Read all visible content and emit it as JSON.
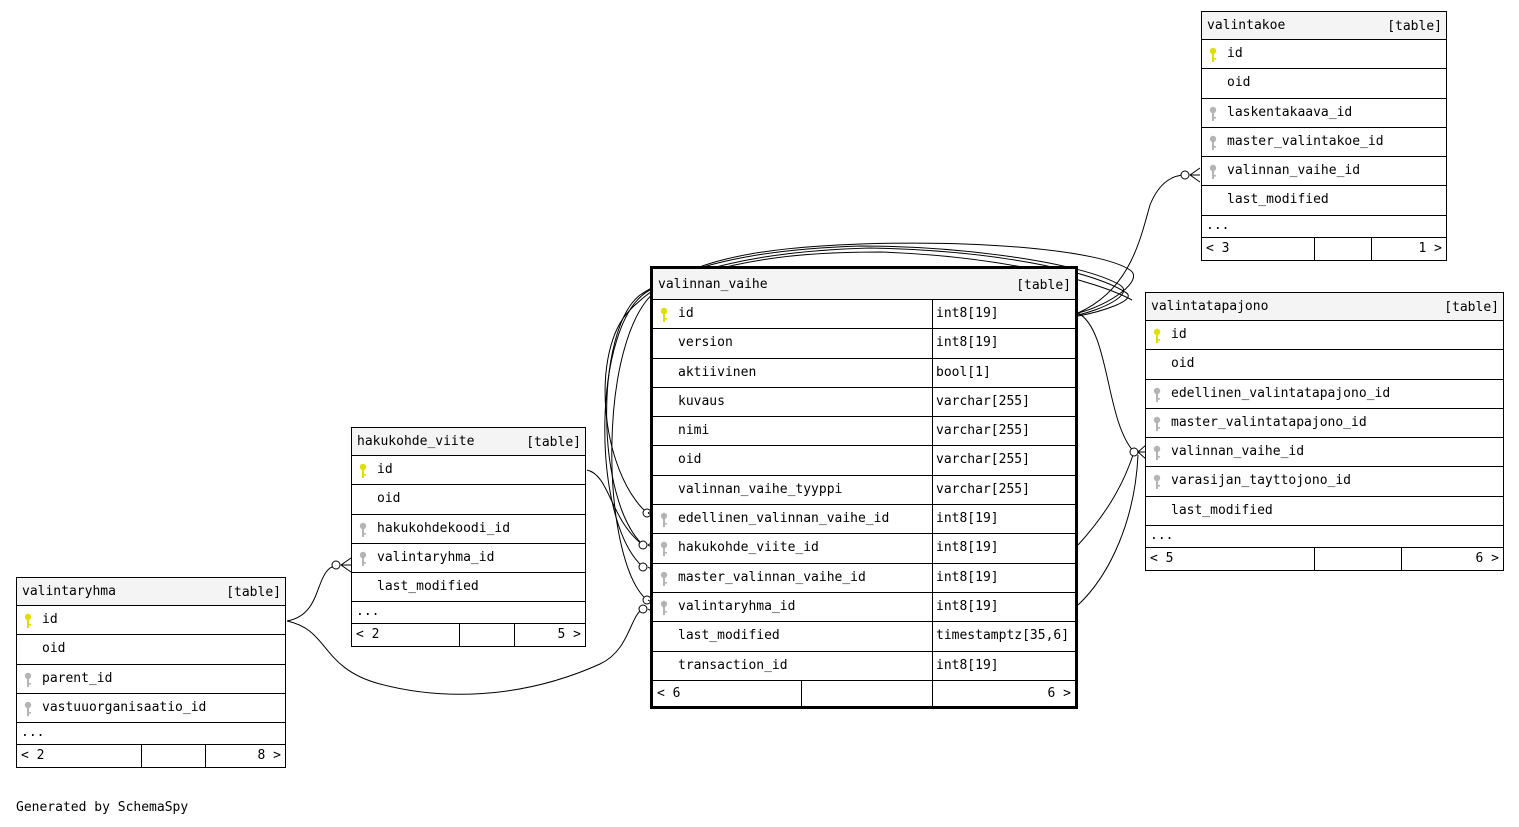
{
  "footer_text": "Generated by SchemaSpy",
  "colors": {
    "primary_key": "#dede00",
    "foreign_key": "#b4b4b4",
    "header_bg": "#f4f4f4"
  },
  "icons": {
    "primary_key": "key-icon",
    "foreign_key": "key-icon"
  },
  "tables": {
    "valintakoe": {
      "name": "valintakoe",
      "kind": "[table]",
      "columns": [
        {
          "name": "id",
          "key": "pk"
        },
        {
          "name": "oid",
          "key": ""
        },
        {
          "name": "laskentakaava_id",
          "key": "fk"
        },
        {
          "name": "master_valintakoe_id",
          "key": "fk"
        },
        {
          "name": "valinnan_vaihe_id",
          "key": "fk"
        },
        {
          "name": "last_modified",
          "key": ""
        }
      ],
      "ellipsis": "...",
      "parents": "< 3",
      "children": "1 >"
    },
    "valintatapajono": {
      "name": "valintatapajono",
      "kind": "[table]",
      "columns": [
        {
          "name": "id",
          "key": "pk"
        },
        {
          "name": "oid",
          "key": ""
        },
        {
          "name": "edellinen_valintatapajono_id",
          "key": "fk"
        },
        {
          "name": "master_valintatapajono_id",
          "key": "fk"
        },
        {
          "name": "valinnan_vaihe_id",
          "key": "fk"
        },
        {
          "name": "varasijan_tayttojono_id",
          "key": "fk"
        },
        {
          "name": "last_modified",
          "key": ""
        }
      ],
      "ellipsis": "...",
      "parents": "< 5",
      "children": "6 >"
    },
    "valinnan_vaihe": {
      "name": "valinnan_vaihe",
      "kind": "[table]",
      "columns": [
        {
          "name": "id",
          "type": "int8[19]",
          "key": "pk"
        },
        {
          "name": "version",
          "type": "int8[19]",
          "key": ""
        },
        {
          "name": "aktiivinen",
          "type": "bool[1]",
          "key": ""
        },
        {
          "name": "kuvaus",
          "type": "varchar[255]",
          "key": ""
        },
        {
          "name": "nimi",
          "type": "varchar[255]",
          "key": ""
        },
        {
          "name": "oid",
          "type": "varchar[255]",
          "key": ""
        },
        {
          "name": "valinnan_vaihe_tyyppi",
          "type": "varchar[255]",
          "key": ""
        },
        {
          "name": "edellinen_valinnan_vaihe_id",
          "type": "int8[19]",
          "key": "fk"
        },
        {
          "name": "hakukohde_viite_id",
          "type": "int8[19]",
          "key": "fk"
        },
        {
          "name": "master_valinnan_vaihe_id",
          "type": "int8[19]",
          "key": "fk"
        },
        {
          "name": "valintaryhma_id",
          "type": "int8[19]",
          "key": "fk"
        },
        {
          "name": "last_modified",
          "type": "timestamptz[35,6]",
          "key": ""
        },
        {
          "name": "transaction_id",
          "type": "int8[19]",
          "key": ""
        }
      ],
      "parents": "< 6",
      "children": "6 >"
    },
    "hakukohde_viite": {
      "name": "hakukohde_viite",
      "kind": "[table]",
      "columns": [
        {
          "name": "id",
          "key": "pk"
        },
        {
          "name": "oid",
          "key": ""
        },
        {
          "name": "hakukohdekoodi_id",
          "key": "fk"
        },
        {
          "name": "valintaryhma_id",
          "key": "fk"
        },
        {
          "name": "last_modified",
          "key": ""
        }
      ],
      "ellipsis": "...",
      "parents": "< 2",
      "children": "5 >"
    },
    "valintaryhma": {
      "name": "valintaryhma",
      "kind": "[table]",
      "columns": [
        {
          "name": "id",
          "key": "pk"
        },
        {
          "name": "oid",
          "key": ""
        },
        {
          "name": "parent_id",
          "key": "fk"
        },
        {
          "name": "vastuuorganisaatio_id",
          "key": "fk"
        }
      ],
      "ellipsis": "...",
      "parents": "< 2",
      "children": "8 >"
    }
  }
}
